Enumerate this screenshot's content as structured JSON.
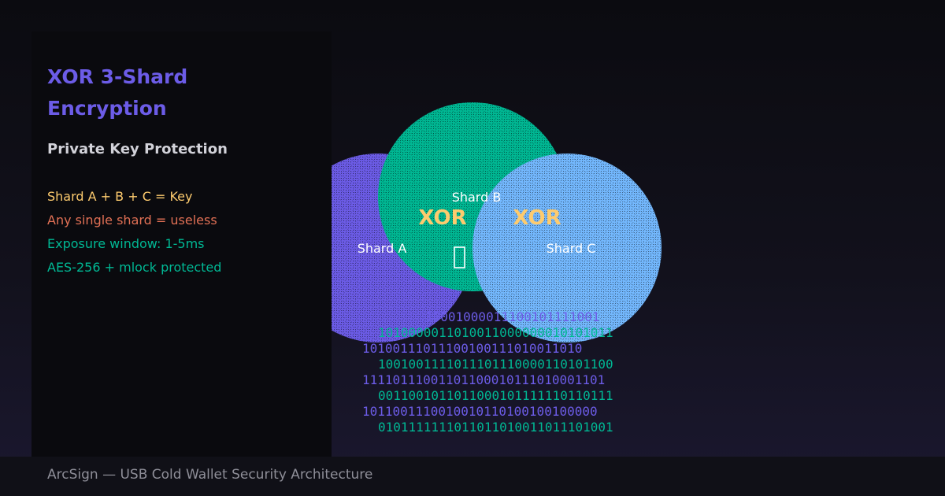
{
  "title": "XOR 3-Shard Encryption",
  "subtitle": "Private Key Protection",
  "facts": [
    {
      "text": "Shard A + B + C = Key",
      "color": "#fdcb6e"
    },
    {
      "text": "Any single shard = useless",
      "color": "#e17055"
    },
    {
      "text": "Exposure window: 1-5ms",
      "color": "#00b894"
    },
    {
      "text": "AES-256 + mlock protected",
      "color": "#00b894"
    }
  ],
  "diagram": {
    "shards": [
      {
        "label": "Shard A",
        "color": "#6c5ce7",
        "icon": "dot-pattern"
      },
      {
        "label": "Shard B",
        "color": "#00b894",
        "icon": "dot-pattern"
      },
      {
        "label": "Shard C",
        "color": "#74b9ff",
        "icon": "dot-pattern"
      }
    ],
    "xor_labels": [
      "XOR",
      "XOR"
    ],
    "xor_color": "#fdcb6e",
    "lock_icon": "lock-icon",
    "binary_lines": [
      "10001000011100101111001",
      "1010000011010011000000010101011",
      "10100111011100100111010011010",
      "1001001111011101110000110101100",
      "11110111001101100010111010001101",
      "0011001011011000101111110110111",
      "1011001110010010110100100100000",
      "0101111111011011010011011101001"
    ],
    "binary_colors": [
      "#6c5ce7",
      "#00b894"
    ]
  },
  "footer": {
    "text": "ArcSign — USB Cold Wallet Security Architecture"
  }
}
